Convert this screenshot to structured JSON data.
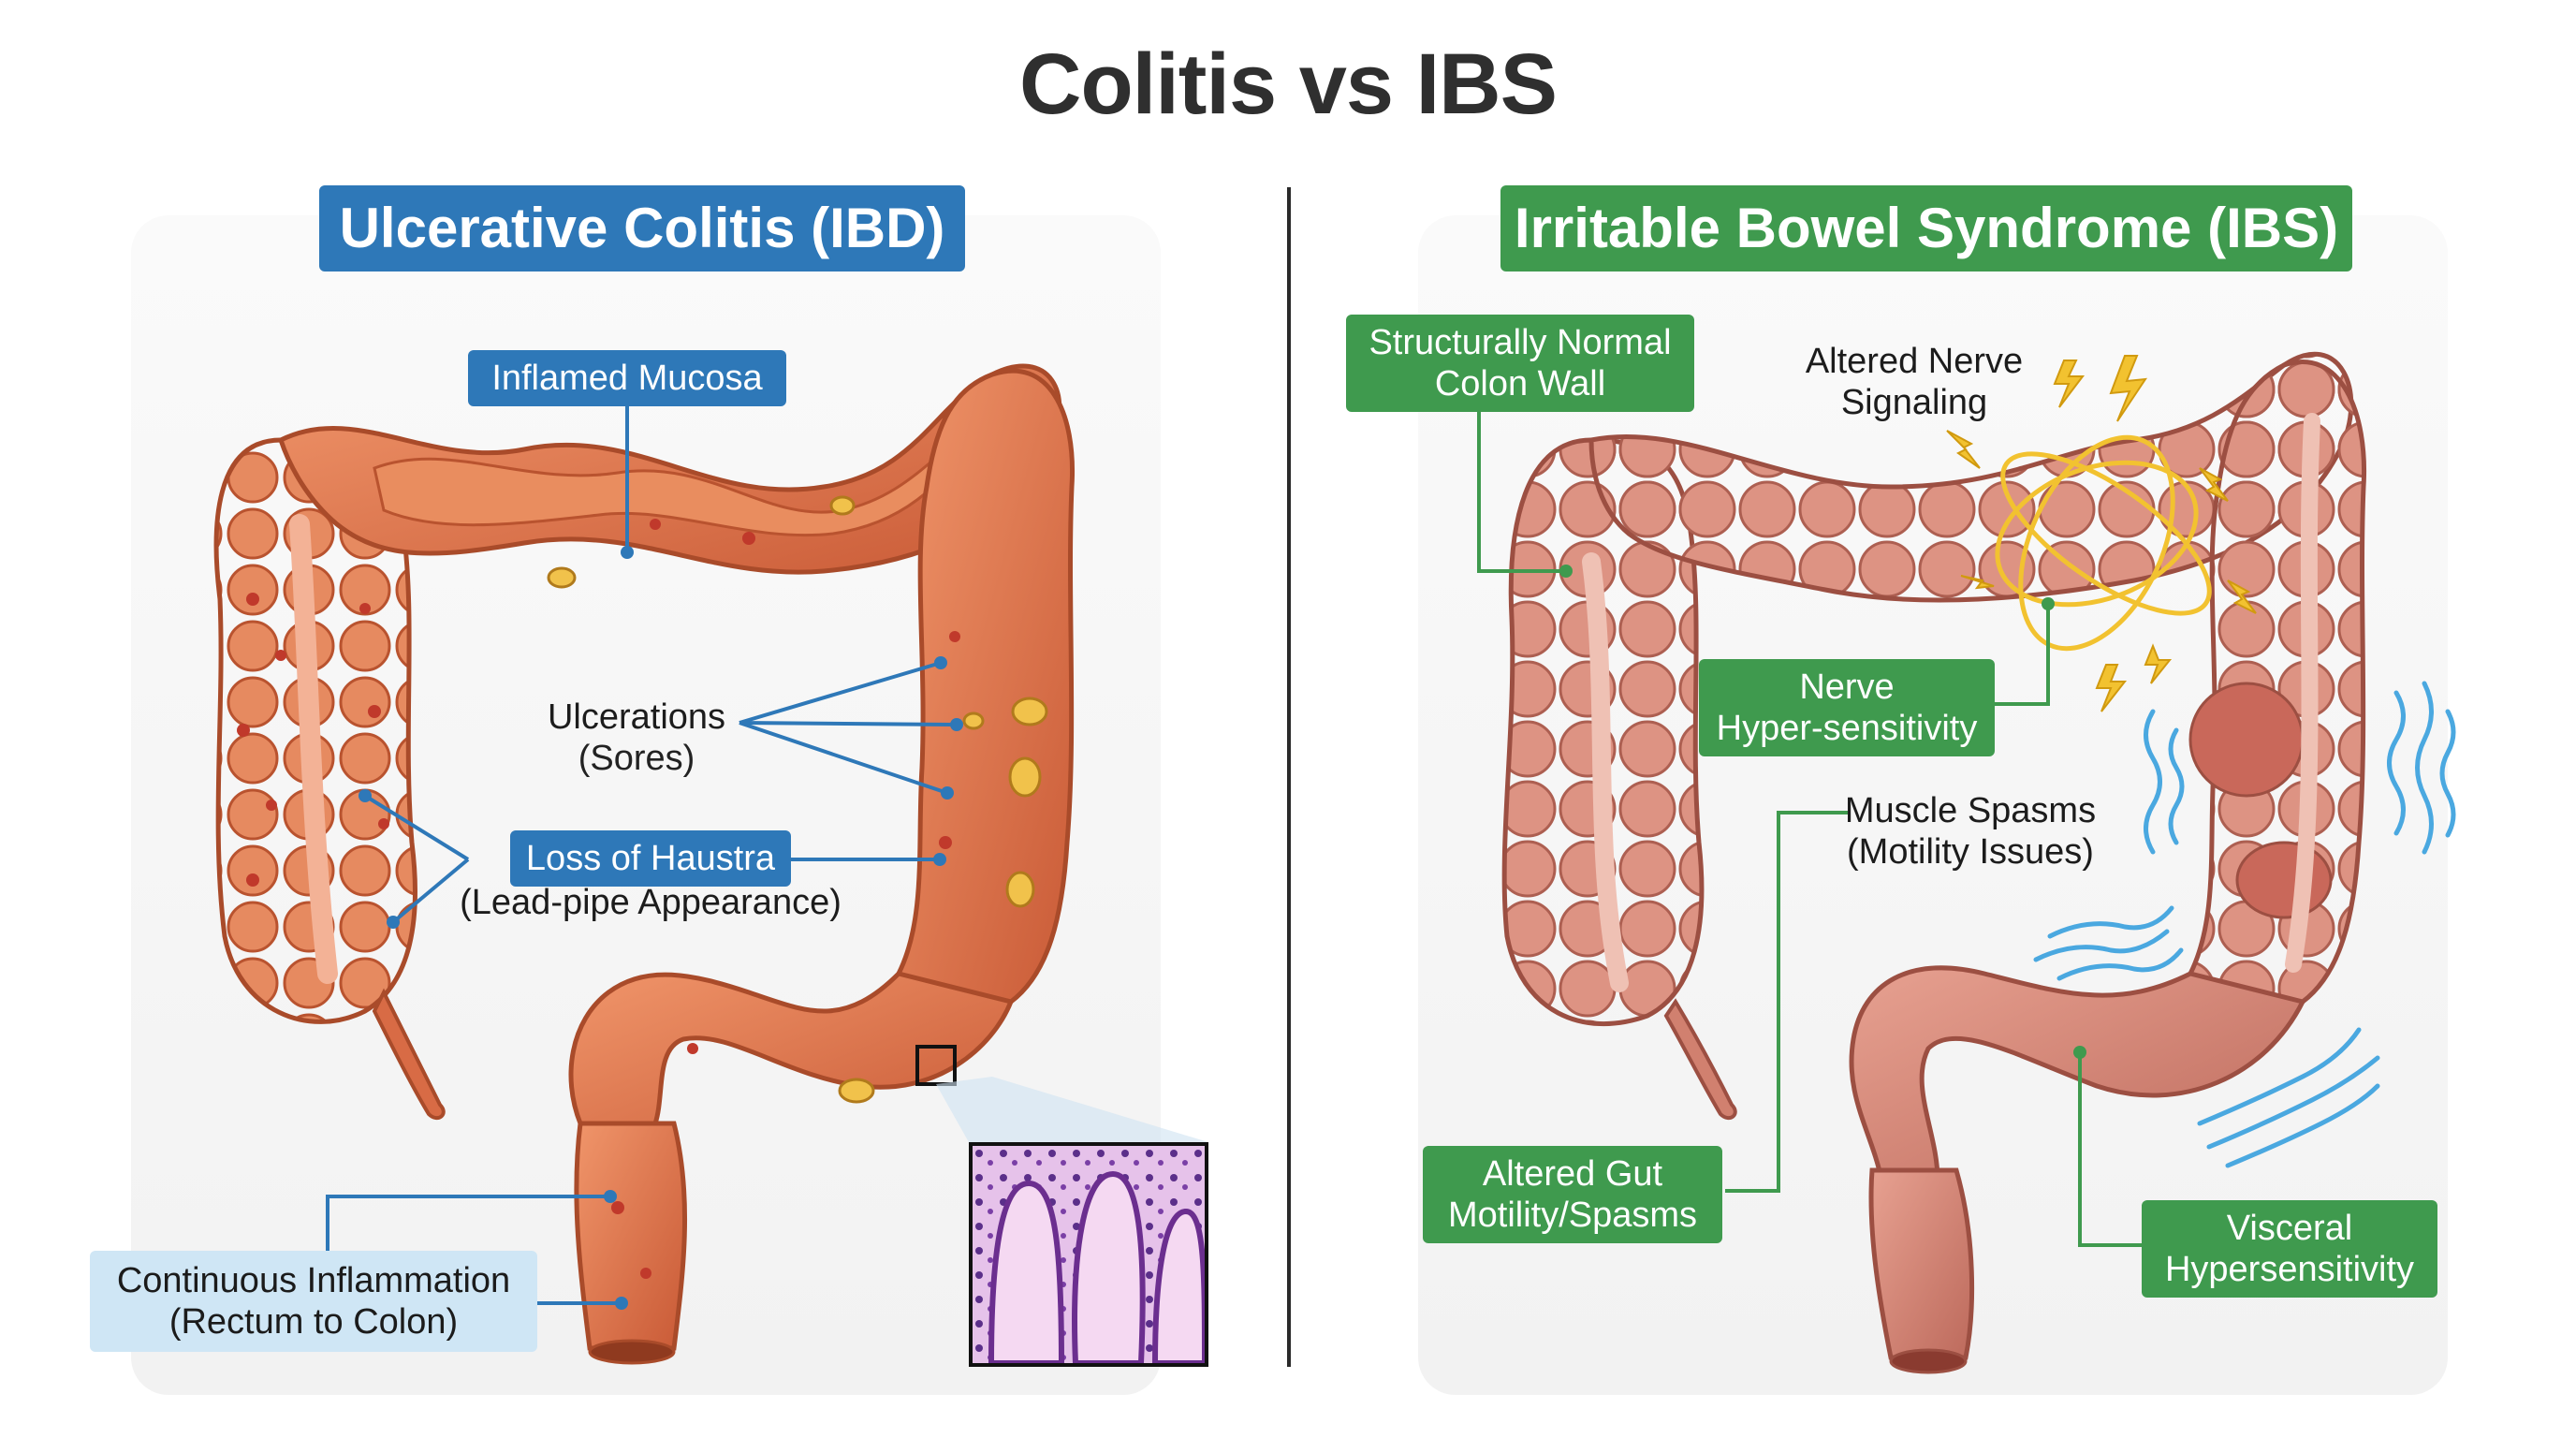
{
  "title": "Colitis vs IBS",
  "left": {
    "header": "Ulcerative Colitis (IBD)",
    "labels": {
      "inflamed_mucosa": "Inflamed Mucosa",
      "ulcerations": "Ulcerations",
      "ulcerations_sub": "(Sores)",
      "loss_haustra": "Loss of Haustra",
      "loss_haustra_sub": "(Lead-pipe Appearance)",
      "continuous": "Continuous Inflammation",
      "continuous_sub": "(Rectum to Colon)"
    }
  },
  "right": {
    "header": "Irritable Bowel Syndrome (IBS)",
    "labels": {
      "structurally_line1": "Structurally Normal",
      "structurally_line2": "Colon Wall",
      "altered_nerve_line1": "Altered Nerve",
      "altered_nerve_line2": "Signaling",
      "nerve_line1": "Nerve",
      "nerve_line2": "Hyper-sensitivity",
      "muscle_spasms": "Muscle Spasms",
      "muscle_spasms_sub": "(Motility Issues)",
      "altered_gut_line1": "Altered Gut",
      "altered_gut_line2": "Motility/Spasms",
      "visceral_line1": "Visceral",
      "visceral_line2": "Hypersensitivity"
    }
  },
  "colors": {
    "blue": "#2e78b8",
    "green": "#3f9a4e",
    "light_blue": "#cfe6f5",
    "inflamed_colon": "#e0784f",
    "normal_colon": "#d98a78",
    "nerve": "#f2c230",
    "spasm_waves": "#4aa8e0"
  }
}
